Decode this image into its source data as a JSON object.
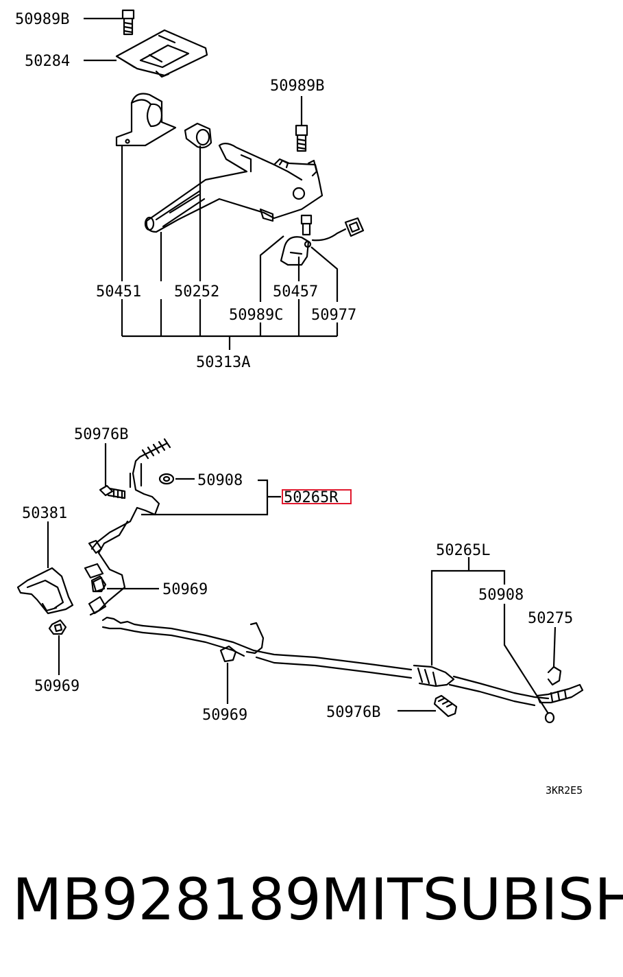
{
  "labels": {
    "bolt_top": "50989B",
    "bracket": "50284",
    "bolt_right": "50989B",
    "bushing_holder": "50451",
    "bushing": "50252",
    "switch": "50457",
    "bolt_c": "50989C",
    "connector": "50977",
    "lever_assy": "50313A",
    "bolt_cable_left": "50976B",
    "grommet_upper": "50908",
    "cable_right": "50265R",
    "cover": "50381",
    "clip_mid": "50969",
    "clip_left": "50969",
    "clip_lower": "50969",
    "cable_left": "50265L",
    "grommet_lower": "50908",
    "clip_end": "50275",
    "bolt_cable_right": "50976B",
    "diagram_code": "3KR2E5"
  },
  "footer": {
    "part_number": "MB928189",
    "brand": "MITSUBISHI"
  },
  "highlight": {
    "color": "#e0182d",
    "target": "50265R"
  }
}
